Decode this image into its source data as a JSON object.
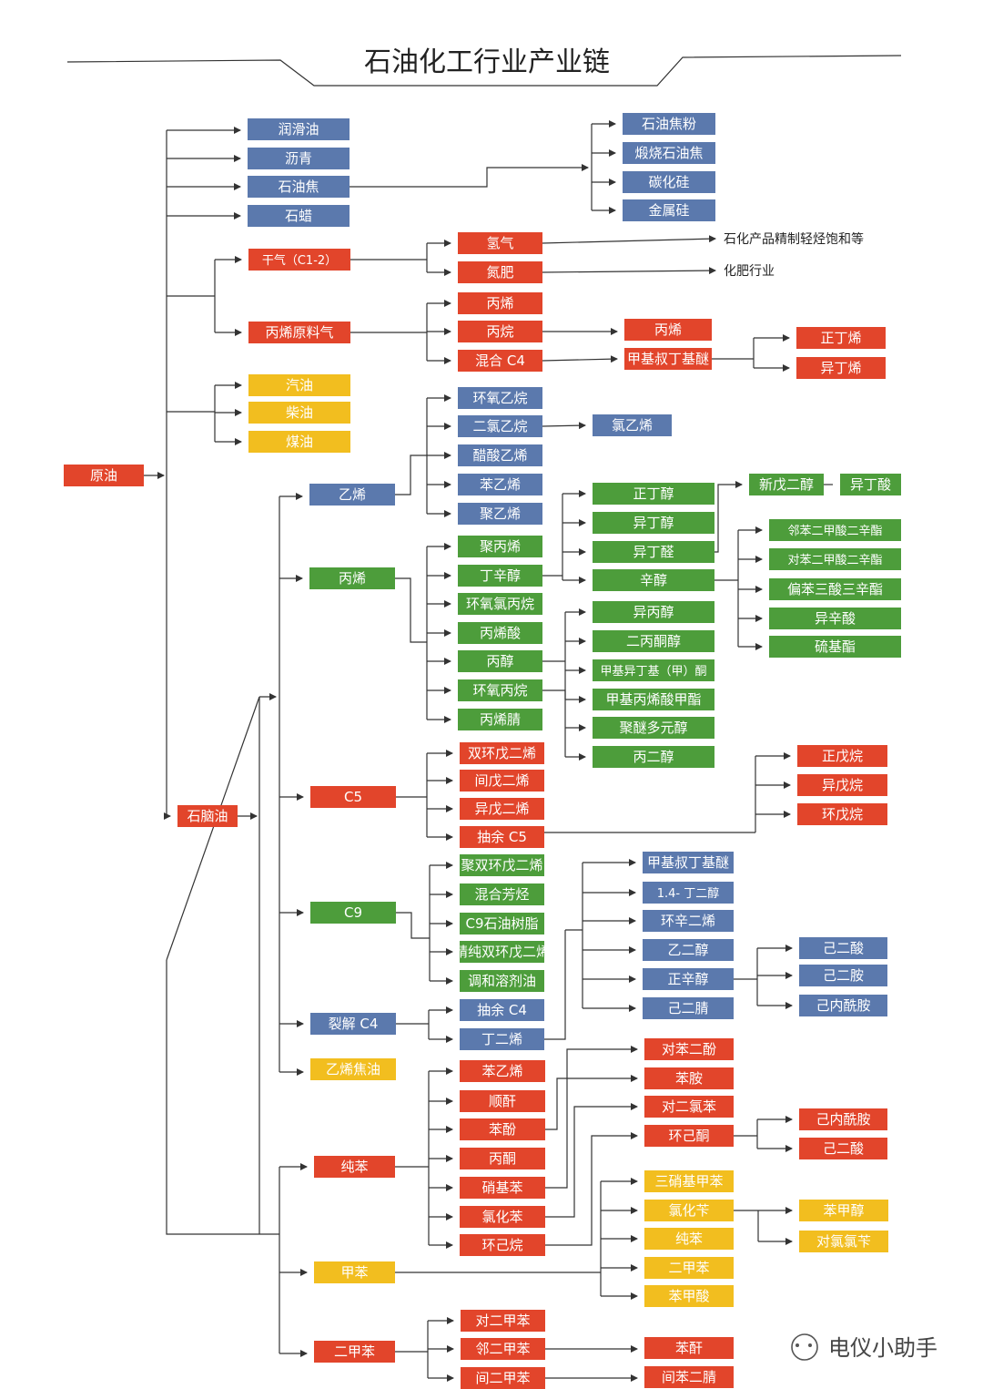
{
  "title": "石油化工行业产业链",
  "watermark": "电仪小助手",
  "colors": {
    "blue": "#5b79ad",
    "red": "#e2452b",
    "yellow": "#f2be1f",
    "green": "#4d9d3b",
    "line": "#333333",
    "text": "#222222"
  },
  "nodes": {
    "yuanyou": "原油",
    "runhuayou": "润滑油",
    "liqing": "沥青",
    "shiyoujiao": "石油焦",
    "shila": "石蜡",
    "shiyoujiaofen": "石油焦粉",
    "duanshao": "煅烧石油焦",
    "tanhuagui": "碳化硅",
    "jinshugui": "金属硅",
    "ganqi": "干气（C1-2）",
    "qingqi": "氢气",
    "danfei": "氮肥",
    "bingxiyuanliaoqi": "丙烯原料气",
    "bingxi1": "丙烯",
    "bingwan": "丙烷",
    "hunhec4": "混合 C4",
    "bingxi2": "丙烯",
    "mtbe1": "甲基叔丁基醚",
    "zhengdingxi": "正丁烯",
    "yidingxi": "异丁烯",
    "qiyou": "汽油",
    "chaiyou": "柴油",
    "meiyou": "煤油",
    "shinaoyou": "石脑油",
    "yixi": "乙烯",
    "huanyangyiwan": "环氧乙烷",
    "erlvyiwan": "二氯乙烷",
    "lvyixi": "氯乙烯",
    "cusuanyixi": "醋酸乙烯",
    "benyixi1": "苯乙烯",
    "juyixi": "聚乙烯",
    "bingxi3": "丙烯",
    "jubingxi": "聚丙烯",
    "dingxinchun": "丁辛醇",
    "huanyanglvbingwan": "环氧氯丙烷",
    "bingxisuan": "丙烯酸",
    "bingchun": "丙醇",
    "huanyangbingwan": "环氧丙烷",
    "bingxijing": "丙烯腈",
    "zhengdingchun": "正丁醇",
    "yidingchun": "异丁醇",
    "yidingquan": "异丁醛",
    "xinchun": "辛醇",
    "xinwuerchun": "新戊二醇",
    "yidingsuan": "异丁酸",
    "linben": "邻苯二甲酸二辛酯",
    "duiben": "对苯二甲酸二辛酯",
    "pianben": "偏苯三酸三辛酯",
    "yixinsuan": "异辛酸",
    "liujizhi": "硫基酯",
    "yibingchun": "异丙醇",
    "erbingtongchun": "二丙酮醇",
    "mibk": "甲基异丁基（甲）酮",
    "mma": "甲基丙烯酸甲酯",
    "jumiduoyuanchun": "聚醚多元醇",
    "bingerchun": "丙二醇",
    "c5": "C5",
    "shuanghuan": "双环戊二烯",
    "jianwuerxi": "间戊二烯",
    "yiwuerxi": "异戊二烯",
    "chouyuc5": "抽余 C5",
    "zhengwuwan": "正戊烷",
    "yiwuwan": "异戊烷",
    "huanwuwan": "环戊烷",
    "c9": "C9",
    "jushuanghuan": "聚双环戊二烯",
    "hunhefangting": "混合芳烃",
    "c9shuzhi": "C9石油树脂",
    "jingchun": "精纯双环戊二烯",
    "tiaohe": "调和溶剂油",
    "liejiec4": "裂解 C4",
    "chouyuc4": "抽余 C4",
    "dingerxi": "丁二烯",
    "mtbe2": "甲基叔丁基醚",
    "bdo": "1.4- 丁二醇",
    "huanxinerxi": "环辛二烯",
    "yierchun": "乙二醇",
    "zhengxinchun": "正辛醇",
    "jierjing": "己二腈",
    "jiersuan1": "己二酸",
    "jieran": "己二胺",
    "jineixianan1": "己内酰胺",
    "yixijiaoyou": "乙烯焦油",
    "chunben1": "纯苯",
    "benyixi2": "苯乙烯",
    "shungan": "顺酐",
    "benfen": "苯酚",
    "bingtong": "丙酮",
    "xiaojiben": "硝基苯",
    "lvhuaben": "氯化苯",
    "huanjiwan": "环己烷",
    "duibenerfen": "对苯二酚",
    "benan": "苯胺",
    "duierlvben": "对二氯苯",
    "huanjitong": "环己酮",
    "jineixianan2": "己内酰胺",
    "jiersuan2": "己二酸",
    "sanxiaoji": "三硝基甲苯",
    "lvhuabian": "氯化苄",
    "chunben2": "纯苯",
    "erjiaben1": "二甲苯",
    "benjiasuan": "苯甲酸",
    "benjiachun": "苯甲醇",
    "duilvlvbian": "对氯氯苄",
    "jiaben": "甲苯",
    "erjiaben2": "二甲苯",
    "duierjiaben": "对二甲苯",
    "linerjiaben": "邻二甲苯",
    "jianerjiaben": "间二甲苯",
    "bengan": "苯酐",
    "jianbenerjing": "间苯二腈"
  },
  "annotations": {
    "ann1": "石化产品精制轻烃饱和等",
    "ann2": "化肥行业"
  }
}
